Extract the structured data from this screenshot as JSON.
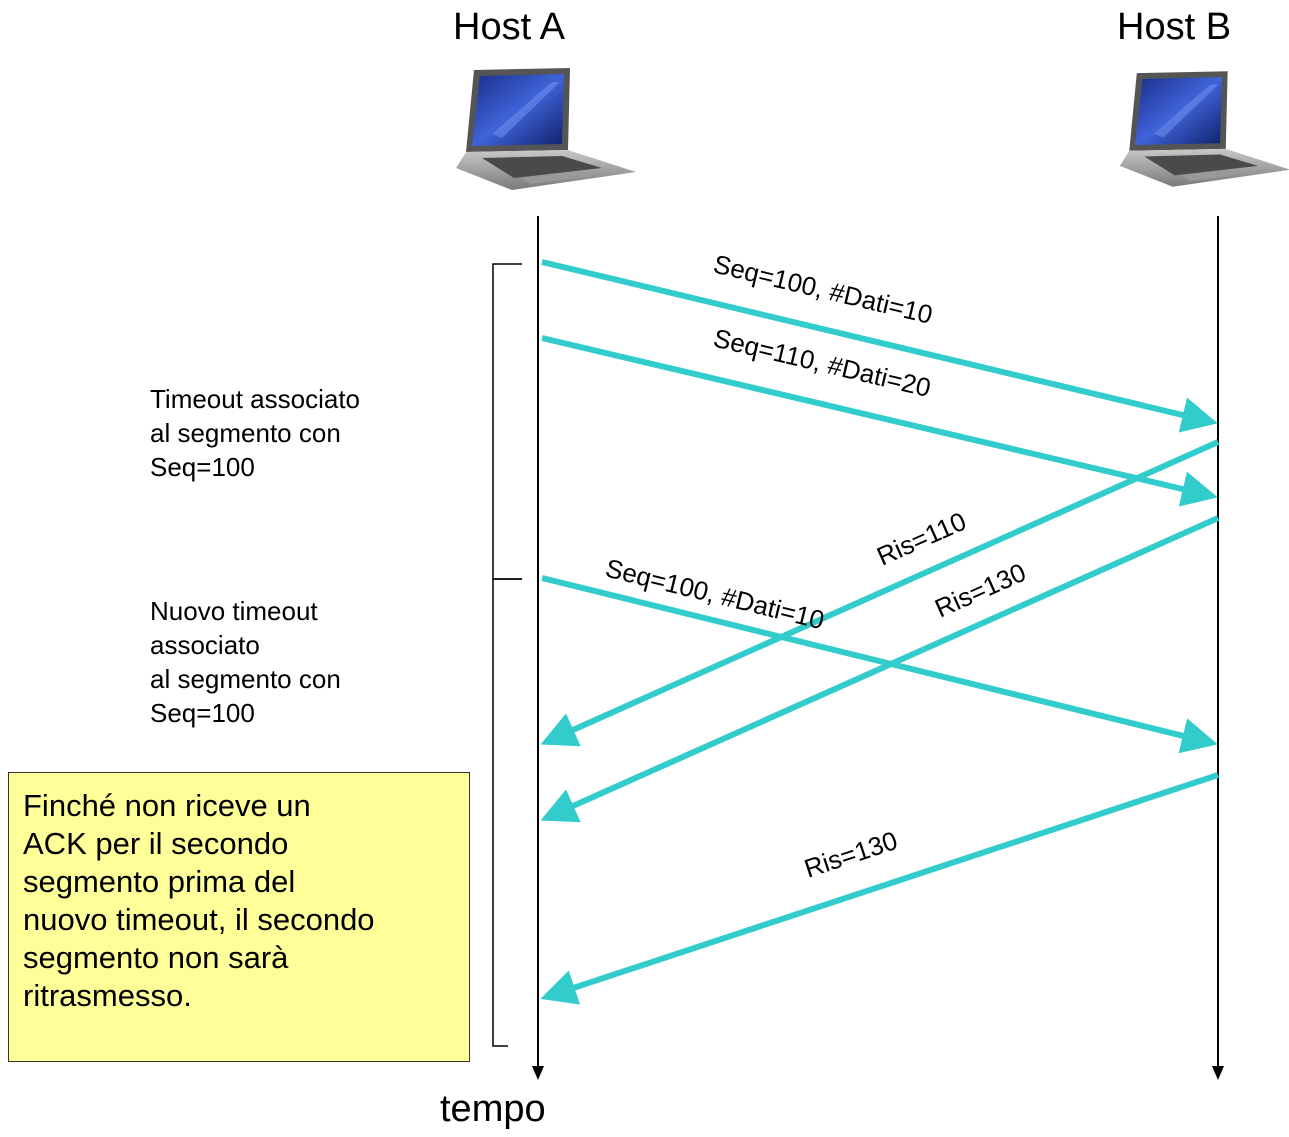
{
  "hosts": {
    "a": {
      "label": "Host A"
    },
    "b": {
      "label": "Host B"
    }
  },
  "time_axis_label": "tempo",
  "timeout_1": {
    "lines": [
      "Timeout associato",
      "al segmento con",
      "Seq=100"
    ]
  },
  "timeout_2": {
    "lines": [
      "Nuovo timeout",
      "associato",
      "al segmento con",
      "Seq=100"
    ]
  },
  "messages": {
    "m1": "Seq=100,  #Dati=10",
    "m2": "Seq=110,  #Dati=20",
    "m3": "Ris=110",
    "m4": "Ris=130",
    "m5": "Seq=100,  #Dati=10",
    "m6": "Ris=130"
  },
  "note": {
    "lines": [
      "Finché non riceve un",
      "ACK per il secondo",
      "segmento prima del",
      "nuovo timeout, il secondo",
      "segmento non sarà",
      "ritrasmesso."
    ]
  },
  "colors": {
    "arrow": "#33cccc",
    "note_bg": "#ffff99"
  }
}
